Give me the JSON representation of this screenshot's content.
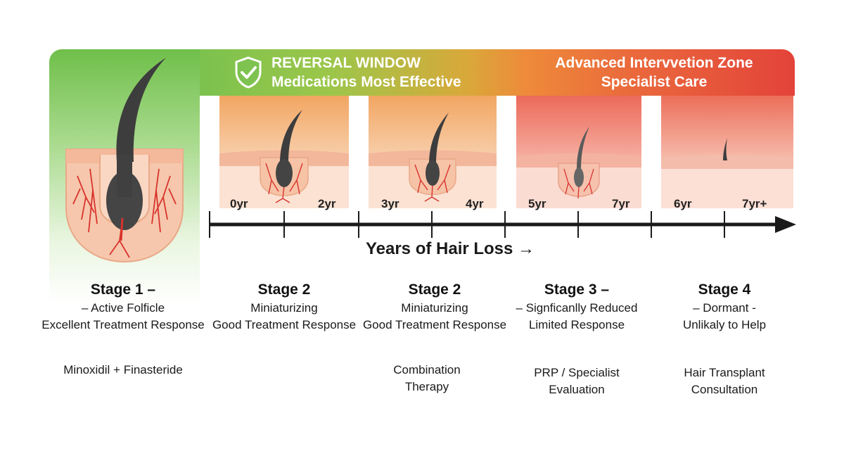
{
  "colors": {
    "green": "#6fbf4a",
    "orange": "#ee8a3a",
    "red": "#e3433a",
    "hair": "#3a3a3a",
    "vessel": "#d8332d"
  },
  "banner": {
    "reversal_title": "REVERSAL WINDOW",
    "reversal_subtitle": "Medications Most Effective",
    "advanced_title": "Advanced Intervvetion Zone",
    "advanced_subtitle": "Specialist Care",
    "icon": "shield-check-icon"
  },
  "timeline": {
    "label": "Years of Hair Loss →",
    "ticks": [
      "0yr",
      "2yr",
      "3yr",
      "4yr",
      "5yr",
      "7yr",
      "6yr",
      "7yr+"
    ]
  },
  "stages": [
    {
      "title": "Stage 1 –",
      "line1": "– Active Folficle",
      "line2": "Excellent Treatment Response",
      "treatment": [
        "Minoxidil + Finasteride"
      ]
    },
    {
      "title": "Stage 2",
      "line1": "Miniaturizing",
      "line2": "Good Treatment Response",
      "treatment": []
    },
    {
      "title": "Stage 2",
      "line1": "Miniaturizing",
      "line2": "Good Treatment Response",
      "treatment": [
        "Combination",
        "Therapy"
      ]
    },
    {
      "title": "Stage 3 –",
      "line1": "– Signficanlly Reduced",
      "line2": "Limited Response",
      "treatment": [
        "PRP / Specialist",
        "Evaluation"
      ]
    },
    {
      "title": "Stage 4",
      "line1": "– Dormant -",
      "line2": "Unlikaly to Help",
      "treatment": [
        "Hair Transplant",
        "Consultation"
      ]
    }
  ]
}
